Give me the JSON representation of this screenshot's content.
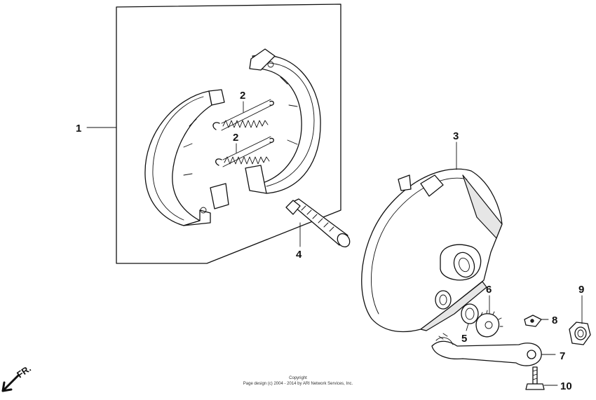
{
  "callouts": [
    {
      "id": "1",
      "label": "1"
    },
    {
      "id": "2a",
      "label": "2"
    },
    {
      "id": "2b",
      "label": "2"
    },
    {
      "id": "3",
      "label": "3"
    },
    {
      "id": "4",
      "label": "4"
    },
    {
      "id": "5",
      "label": "5"
    },
    {
      "id": "6",
      "label": "6"
    },
    {
      "id": "7",
      "label": "7"
    },
    {
      "id": "8",
      "label": "8"
    },
    {
      "id": "9",
      "label": "9"
    },
    {
      "id": "10",
      "label": "10"
    }
  ],
  "direction_label": "FR.",
  "copyright": {
    "line1": "Copyright",
    "line2": "Page design (c) 2004 - 2014 by ARI Network Services, Inc."
  },
  "colors": {
    "line": "#111111",
    "background": "#ffffff"
  }
}
